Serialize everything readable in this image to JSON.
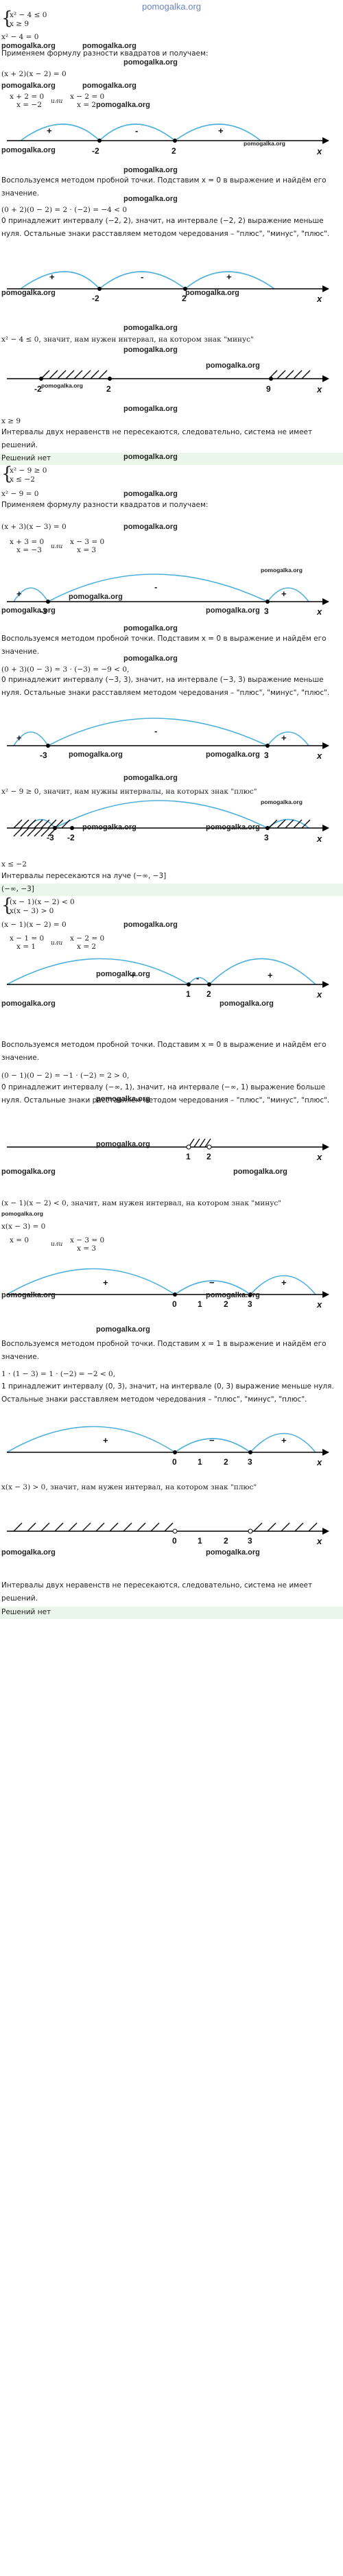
{
  "site": "pomogalka.org",
  "wm": "pomogalka.org",
  "ili": "или",
  "x": "x",
  "s1": {
    "sys1": "x² − 4 ≤ 0",
    "sys2": "x ≥ 9",
    "eq": "x² − 4 = 0",
    "formula": "Применяем формулу разности квадратов и получаем:",
    "fact": "(x + 2)(x − 2) = 0",
    "r1a": "x + 2 = 0",
    "r1b": "x = −2",
    "r2a": "x − 2 = 0",
    "r2b": "x = 2",
    "test": "Воспользуемся методом пробной точки. Подставим x = 0 в выражение и найдём его значение.",
    "calc": "(0 + 2)(0 − 2) = 2 · (−2) = −4 < 0",
    "belong": "0 принадлежит интервалу (−2, 2), значит, на интервале (−2, 2) выражение меньше нуля. Остальные знаки расставляем методом чередования – \"плюс\", \"минус\", \"плюс\".",
    "need": "x² − 4 ≤ 0, значит, нам нужен интервал, на котором знак \"минус\"",
    "x9": "x ≥ 9",
    "noint": "Интервалы двух неравенств не пересекаются, следовательно, система не имеет решений.",
    "answer": "Решений нет"
  },
  "s2": {
    "sys1": "x² − 9 ≥ 0",
    "sys2": "x ≤ −2",
    "eq": "x² − 9 = 0",
    "formula": "Применяем формулу разности квадратов и получаем:",
    "fact": "(x + 3)(x − 3) = 0",
    "r1a": "x + 3 = 0",
    "r1b": "x = −3",
    "r2a": "x − 3 = 0",
    "r2b": "x = 3",
    "test": "Воспользуемся методом пробной точки. Подставим x = 0 в выражение и найдём его значение.",
    "calc": "(0 + 3)(0 − 3) = 3 · (−3) = −9 < 0,",
    "belong": "0 принадлежит интервалу (−3, 3), значит, на интервале (−3, 3) выражение меньше нуля. Остальные знаки расставляем методом чередования – \"плюс\", \"минус\", \"плюс\".",
    "need": "x² − 9 ≥ 0, значит, нам нужны интервалы, на которых знак \"плюс\"",
    "xm2": "x ≤ −2",
    "inter": "Интервалы пересекаются на луче (−∞, −3]",
    "answer": "(−∞, −3]"
  },
  "s3": {
    "sys1": "(x − 1)(x − 2) < 0",
    "sys2": "x(x − 3) > 0",
    "eq": "(x − 1)(x − 2) = 0",
    "r1a": "x − 1 = 0",
    "r1b": "x = 1",
    "r2a": "x − 2 = 0",
    "r2b": "x = 2",
    "test": "Воспользуемся методом пробной точки. Подставим x = 0 в выражение и найдём его значение.",
    "calc": "(0 − 1)(0 − 2) = −1 · (−2) = 2 > 0,",
    "belong": "0 принадлежит интервалу (−∞, 1), значит, на интервале (−∞, 1) выражение больше нуля. Остальные знаки расставляем методом чередования – \"плюс\", \"минус\", \"плюс\".",
    "need": "(x − 1)(x − 2) < 0, значит, нам нужен интервал, на котором знак \"минус\"",
    "eq2": "x(x − 3) = 0",
    "r3a": "x = 0",
    "r4a": "x − 3 = 0",
    "r4b": "x = 3",
    "test2": "Воспользуемся методом пробной точки. Подставим x = 1 в выражение и найдём его значение.",
    "calc2": "1 · (1 − 3) = 1 · (−2) = −2 < 0,",
    "belong2": "1 принадлежит интервалу (0, 3), значит, на интервале (0, 3) выражение меньше нуля. Остальные знаки расставляем методом чередования – \"плюс\", \"минус\", \"плюс\".",
    "need2": "x(x − 3) > 0, значит, нам нужен интервал, на котором знак \"плюс\"",
    "noint": "Интервалы двух неравенств не пересекаются, следовательно, система не имеет решений.",
    "answer": "Решений нет"
  }
}
